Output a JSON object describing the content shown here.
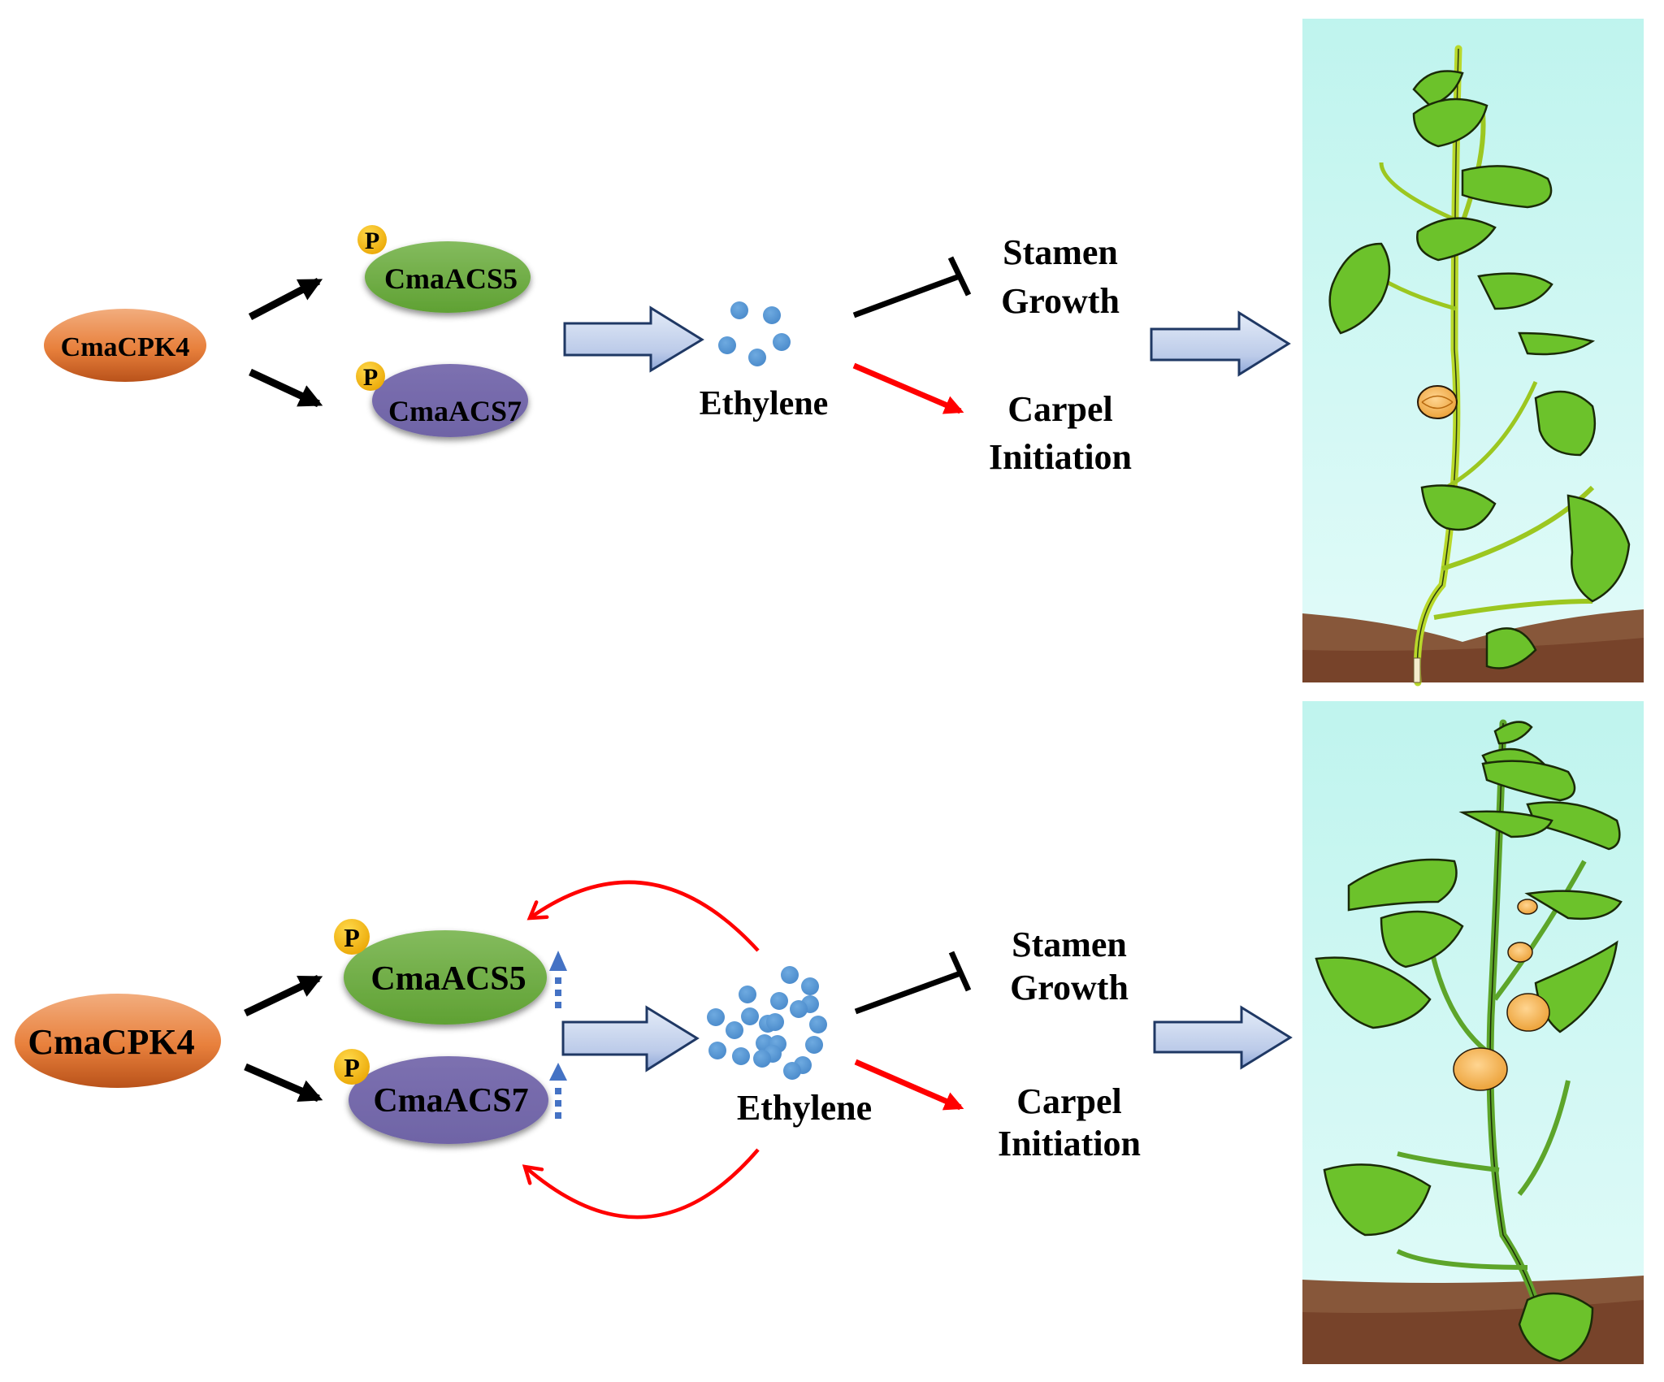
{
  "figure": {
    "panels": [
      {
        "id": "top",
        "kinase": "CmaCPK4",
        "enzymes": [
          {
            "label": "CmaACS5",
            "phospho": "P",
            "color": "#6aaa3e"
          },
          {
            "label": "CmaACS7",
            "phospho": "P",
            "color": "#7468a9"
          }
        ],
        "hormone": "Ethylene",
        "ethylene_level": "low",
        "outcomes": {
          "inhibited": [
            "Stamen",
            "Growth"
          ],
          "promoted": [
            "Carpel",
            "Initiation"
          ]
        },
        "plant_fruit_count": 1,
        "feedback_loop": false
      },
      {
        "id": "bottom",
        "kinase": "CmaCPK4",
        "enzymes": [
          {
            "label": "CmaACS5",
            "phospho": "P",
            "color": "#6aaa3e"
          },
          {
            "label": "CmaACS7",
            "phospho": "P",
            "color": "#7468a9"
          }
        ],
        "hormone": "Ethylene",
        "ethylene_level": "high",
        "outcomes": {
          "inhibited": [
            "Stamen",
            "Growth"
          ],
          "promoted": [
            "Carpel",
            "Initiation"
          ]
        },
        "plant_fruit_count": 4,
        "feedback_loop": true
      }
    ],
    "colors": {
      "kinase": "#e8803c",
      "phospho_badge": "#f5b800",
      "ethylene_dot": "#5b9bd5",
      "activation_arrow": "#000000",
      "promote_arrow": "#ff0000",
      "feedback_arrow": "#ff0000",
      "upregulation_arrow": "#4472c4",
      "block_arrow_fill": "#c9d6ee",
      "block_arrow_stroke": "#1f3864",
      "sky": "#c2f5ef",
      "soil": "#7a4a2c"
    }
  }
}
